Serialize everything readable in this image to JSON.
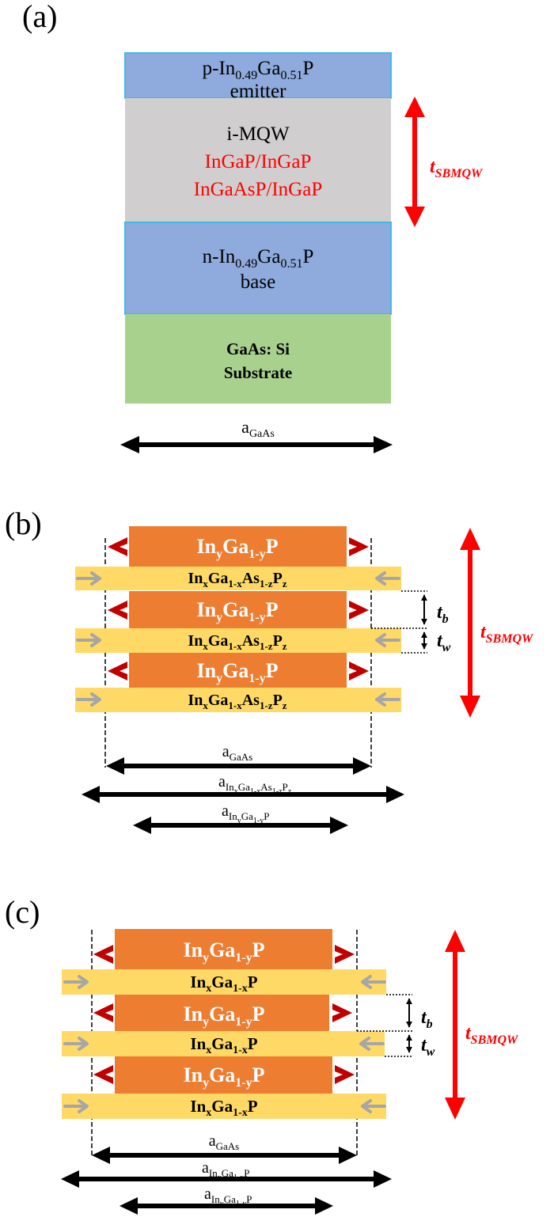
{
  "panel_a": {
    "label": "(a)",
    "emitter": {
      "line1_prefix": "p-In",
      "sub1": "0.49",
      "mid": "Ga",
      "sub2": "0.51",
      "suffix": "P",
      "line2": "emitter"
    },
    "mqw": {
      "line1": "i-MQW",
      "line2": "InGaP/InGaP",
      "line3": "InGaAsP/InGaP"
    },
    "base": {
      "line1_prefix": "n-In",
      "sub1": "0.49",
      "mid": "Ga",
      "sub2": "0.51",
      "suffix": "P",
      "line2": "base"
    },
    "substrate": {
      "line1": "GaAs: Si",
      "line2": "Substrate"
    },
    "thickness": {
      "main": "t",
      "sub": "SBMQW"
    },
    "lattice": {
      "main": "a",
      "sub": "GaAs"
    }
  },
  "panel_b": {
    "label": "(b)",
    "barrier": {
      "p1": "In",
      "s1": "y",
      "p2": "Ga",
      "s2": "1-y",
      "p3": "P"
    },
    "well": {
      "p1": "In",
      "s1": "x",
      "p2": "Ga",
      "s2": "1-x",
      "p3": "As",
      "s3": "1-z",
      "p4": "P",
      "s4": "z"
    },
    "tb": {
      "main": "t",
      "sub": "b"
    },
    "tw": {
      "main": "t",
      "sub": "w"
    },
    "thickness": {
      "main": "t",
      "sub": "SBMQW"
    },
    "a_gaas": {
      "main": "a",
      "sub": "GaAs"
    },
    "a_well": {
      "main": "a",
      "p1": "In",
      "s1": "x",
      "p2": "Ga",
      "s2": "1-x",
      "p3": "As",
      "s3": "1-z",
      "p4": "P",
      "s4": "z"
    },
    "a_barrier": {
      "main": "a",
      "p1": "In",
      "s1": "y",
      "p2": "Ga",
      "s2": "1-y",
      "p3": "P"
    }
  },
  "panel_c": {
    "label": "(c)",
    "barrier": {
      "p1": "In",
      "s1": "y",
      "p2": "Ga",
      "s2": "1-y",
      "p3": "P"
    },
    "well": {
      "p1": "In",
      "s1": "x",
      "p2": "Ga",
      "s2": "1-x",
      "p3": "P"
    },
    "tb": {
      "main": "t",
      "sub": "b"
    },
    "tw": {
      "main": "t",
      "sub": "w"
    },
    "thickness": {
      "main": "t",
      "sub": "SBMQW"
    },
    "a_gaas": {
      "main": "a",
      "sub": "GaAs"
    },
    "a_well": {
      "main": "a",
      "p1": "In",
      "s1": "x",
      "p2": "Ga",
      "s2": "1-x",
      "p3": "P"
    },
    "a_barrier": {
      "main": "a",
      "p1": "In",
      "s1": "y",
      "p2": "Ga",
      "s2": "1-y",
      "p3": "P"
    }
  },
  "colors": {
    "emitter": "#8faadc",
    "emitter_border": "#3fb8e8",
    "mqw": "#d0cece",
    "base": "#8faadc",
    "substrate": "#a9d18e",
    "barrier": "#ed7d31",
    "well": "#ffd966",
    "red": "#ff0000",
    "dark_red": "#c00000",
    "gray_arrow": "#a6a6a6",
    "black": "#000000"
  }
}
